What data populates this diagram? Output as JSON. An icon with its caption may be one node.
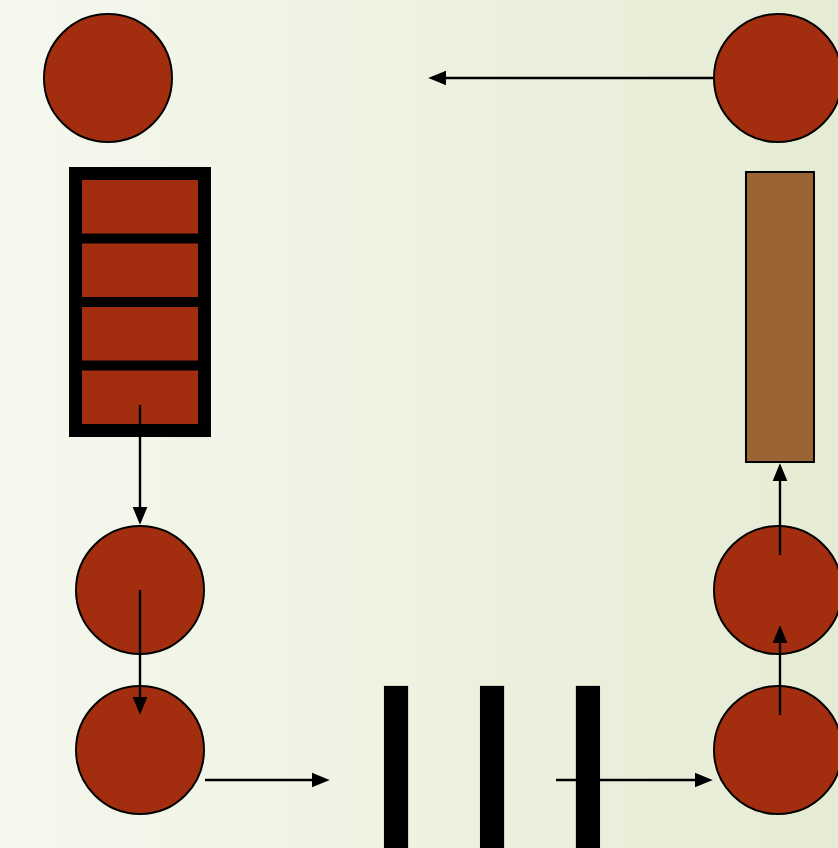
{
  "diagram": {
    "nodes": [
      {
        "text": [],
        "shape": "circle"
      },
      {
        "text": [],
        "shape": "circle"
      },
      {
        "text": [],
        "shape": "box"
      },
      {
        "text": [],
        "shape": "bar"
      },
      {
        "text": [],
        "shape": "circle"
      },
      {
        "text": [],
        "shape": "circle"
      },
      {
        "text": [],
        "shape": "circle"
      },
      {
        "text": [],
        "shape": "circle"
      },
      {
        "text": [],
        "shape": "bar"
      },
      {
        "text": [],
        "shape": "bar"
      },
      {
        "text": [],
        "shape": "bar"
      }
    ],
    "edges": [
      {
        "from": 1,
        "to": null,
        "arrow": "to"
      },
      {
        "from": 2,
        "to": 4,
        "arrow": "to"
      },
      {
        "from": 4,
        "to": 6,
        "arrow": "to"
      },
      {
        "from": 6,
        "to": 8,
        "arrow": "to"
      },
      {
        "from": 10,
        "to": 7,
        "arrow": "to"
      },
      {
        "from": 7,
        "to": 5,
        "arrow": "to"
      },
      {
        "from": 5,
        "to": 3,
        "arrow": "to"
      }
    ]
  }
}
